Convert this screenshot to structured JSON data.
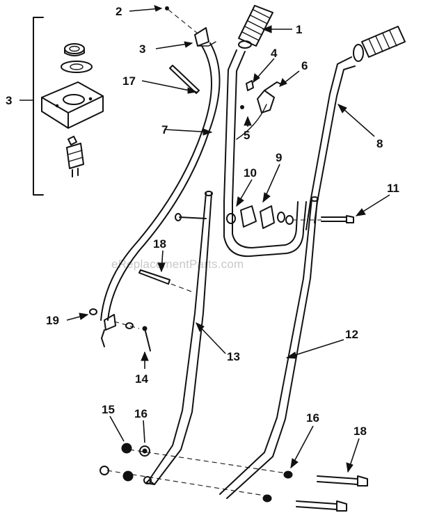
{
  "diagram": {
    "watermark": "eReplacementParts.com",
    "callouts": [
      {
        "id": "c1",
        "text": "1"
      },
      {
        "id": "c2",
        "text": "2"
      },
      {
        "id": "c3a",
        "text": "3"
      },
      {
        "id": "c3b",
        "text": "3"
      },
      {
        "id": "c4",
        "text": "4"
      },
      {
        "id": "c5",
        "text": "5"
      },
      {
        "id": "c6",
        "text": "6"
      },
      {
        "id": "c7",
        "text": "7"
      },
      {
        "id": "c8",
        "text": "8"
      },
      {
        "id": "c9",
        "text": "9"
      },
      {
        "id": "c10",
        "text": "10"
      },
      {
        "id": "c11",
        "text": "11"
      },
      {
        "id": "c12",
        "text": "12"
      },
      {
        "id": "c13",
        "text": "13"
      },
      {
        "id": "c14",
        "text": "14"
      },
      {
        "id": "c15",
        "text": "15"
      },
      {
        "id": "c16a",
        "text": "16"
      },
      {
        "id": "c16b",
        "text": "16"
      },
      {
        "id": "c17",
        "text": "17"
      },
      {
        "id": "c18a",
        "text": "18"
      },
      {
        "id": "c18b",
        "text": "18"
      },
      {
        "id": "c19",
        "text": "19"
      }
    ]
  }
}
